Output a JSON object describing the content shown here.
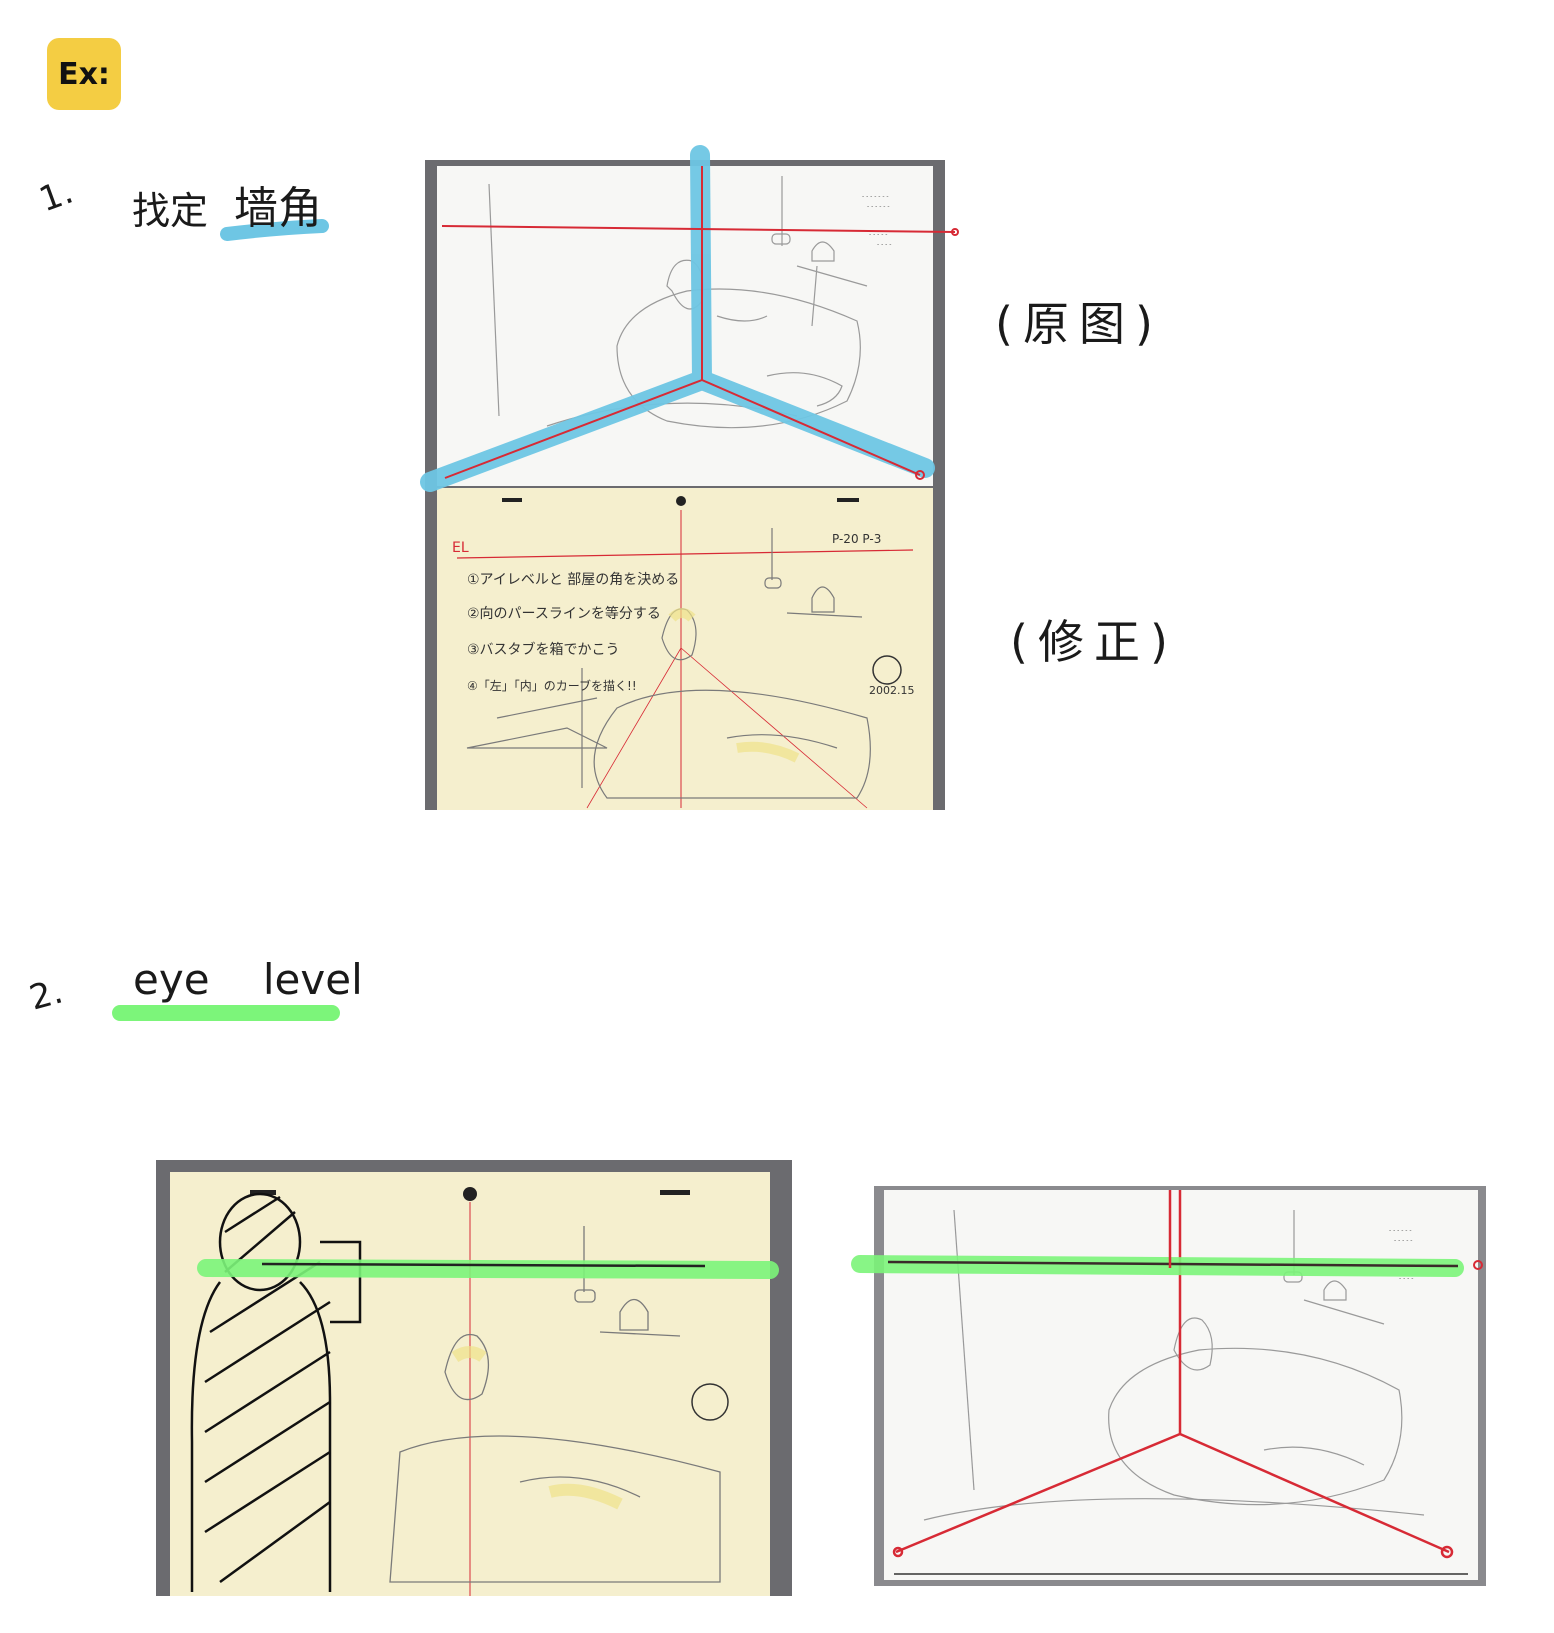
{
  "badge": {
    "label": "Ex:",
    "color": "#f4cd43"
  },
  "section1": {
    "number": "1.",
    "text": "找定",
    "highlight_text": "墙角",
    "highlight_color": "#6ec6e4",
    "caption_original": "(原图)",
    "caption_corrected": "(修正)",
    "corrected_notes": [
      "EL",
      "①アイレベルと 部屋の角を決める",
      "②向のパースラインを等分する",
      "③バスタブを箱でかこう",
      "④「左」「内」のカーブを描く!!",
      "P-20 P-3",
      "2002.15"
    ]
  },
  "section2": {
    "number": "2.",
    "highlight_text": "eye level",
    "highlight_color": "#7cf57a"
  },
  "colors": {
    "red_line": "#d72a35",
    "frame": "#6b6b6f",
    "paper_yellow": "#f5efce",
    "paper_white": "#f7f7f5"
  }
}
